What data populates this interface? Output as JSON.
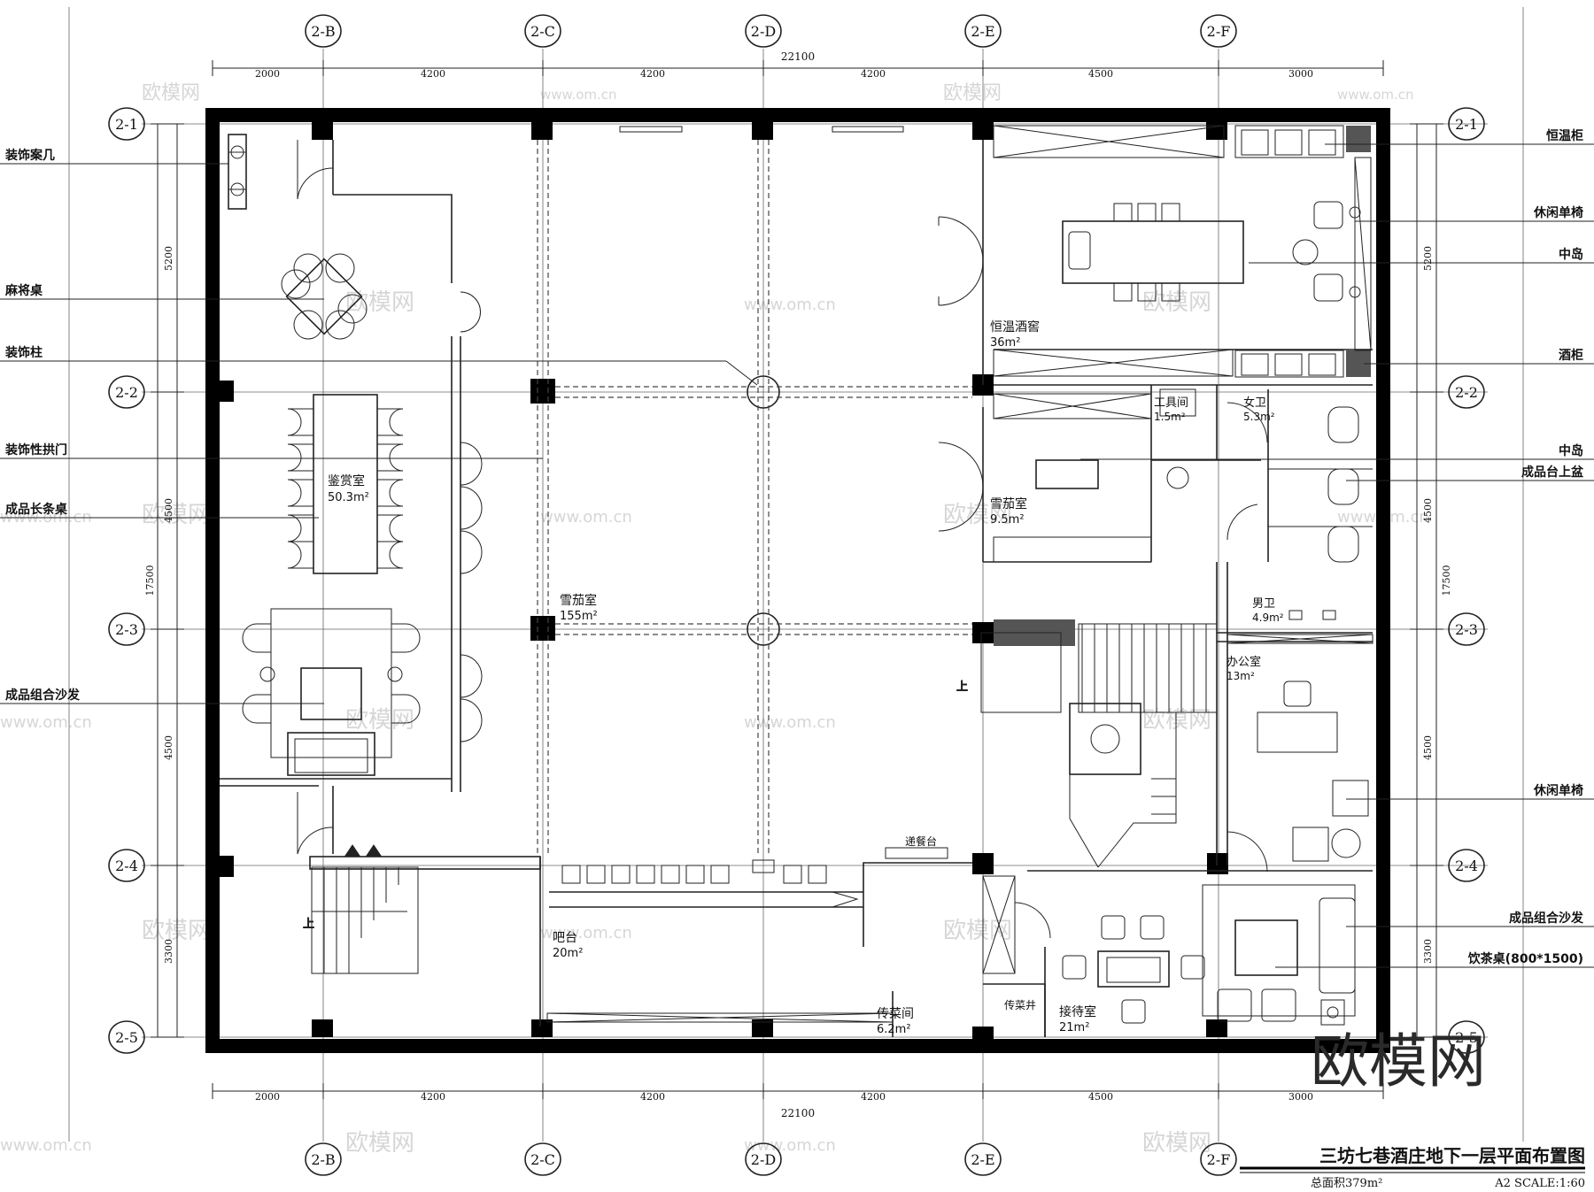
{
  "grid": {
    "columns": [
      "2-B",
      "2-C",
      "2-D",
      "2-E",
      "2-F"
    ],
    "rows": [
      "2-1",
      "2-2",
      "2-3",
      "2-4",
      "2-5"
    ]
  },
  "dimensions": {
    "horizontal_segments": [
      "2000",
      "4200",
      "4200",
      "4200",
      "4500",
      "3000"
    ],
    "horizontal_total": "22100",
    "vertical_segments": [
      "5200",
      "4500",
      "4500",
      "3300"
    ],
    "vertical_total": "17500"
  },
  "left_labels": [
    "装饰案几",
    "麻将桌",
    "装饰柱",
    "装饰性拱门",
    "成品长条桌",
    "成品组合沙发"
  ],
  "right_labels": [
    "恒温柜",
    "休闲单椅",
    "中岛",
    "酒柜",
    "中岛",
    "成品台上盆",
    "休闲单椅",
    "成品组合沙发",
    "饮茶桌(800*1500)"
  ],
  "rooms": {
    "tasting": {
      "name": "鉴赏室",
      "area": "50.3m²"
    },
    "cigar_main": {
      "name": "雪茄室",
      "area": "155m²"
    },
    "wine_cellar": {
      "name": "恒温酒窖",
      "area": "36m²"
    },
    "tool": {
      "name": "工具间",
      "area": "1.5m²"
    },
    "female_wc": {
      "name": "女卫",
      "area": "5.3m²"
    },
    "cigar_small": {
      "name": "雪茄室",
      "area": "9.5m²"
    },
    "male_wc": {
      "name": "男卫",
      "area": "4.9m²"
    },
    "office": {
      "name": "办公室",
      "area": "13m²"
    },
    "bar": {
      "name": "吧台",
      "area": "20m²"
    },
    "serving": {
      "name": "传菜间",
      "area": "6.2m²"
    },
    "reception": {
      "name": "接待室",
      "area": "21m²"
    }
  },
  "misc": {
    "serving_counter": "递餐台",
    "dumbwaiter": "传菜井",
    "up_mark": "上"
  },
  "title_block": {
    "title": "三坊七巷酒庄地下一层平面布置图",
    "area": "总面积379m²",
    "scale": "A2 SCALE:1:60"
  },
  "watermark": {
    "brand": "欧模网",
    "url": "www.om.cn"
  }
}
